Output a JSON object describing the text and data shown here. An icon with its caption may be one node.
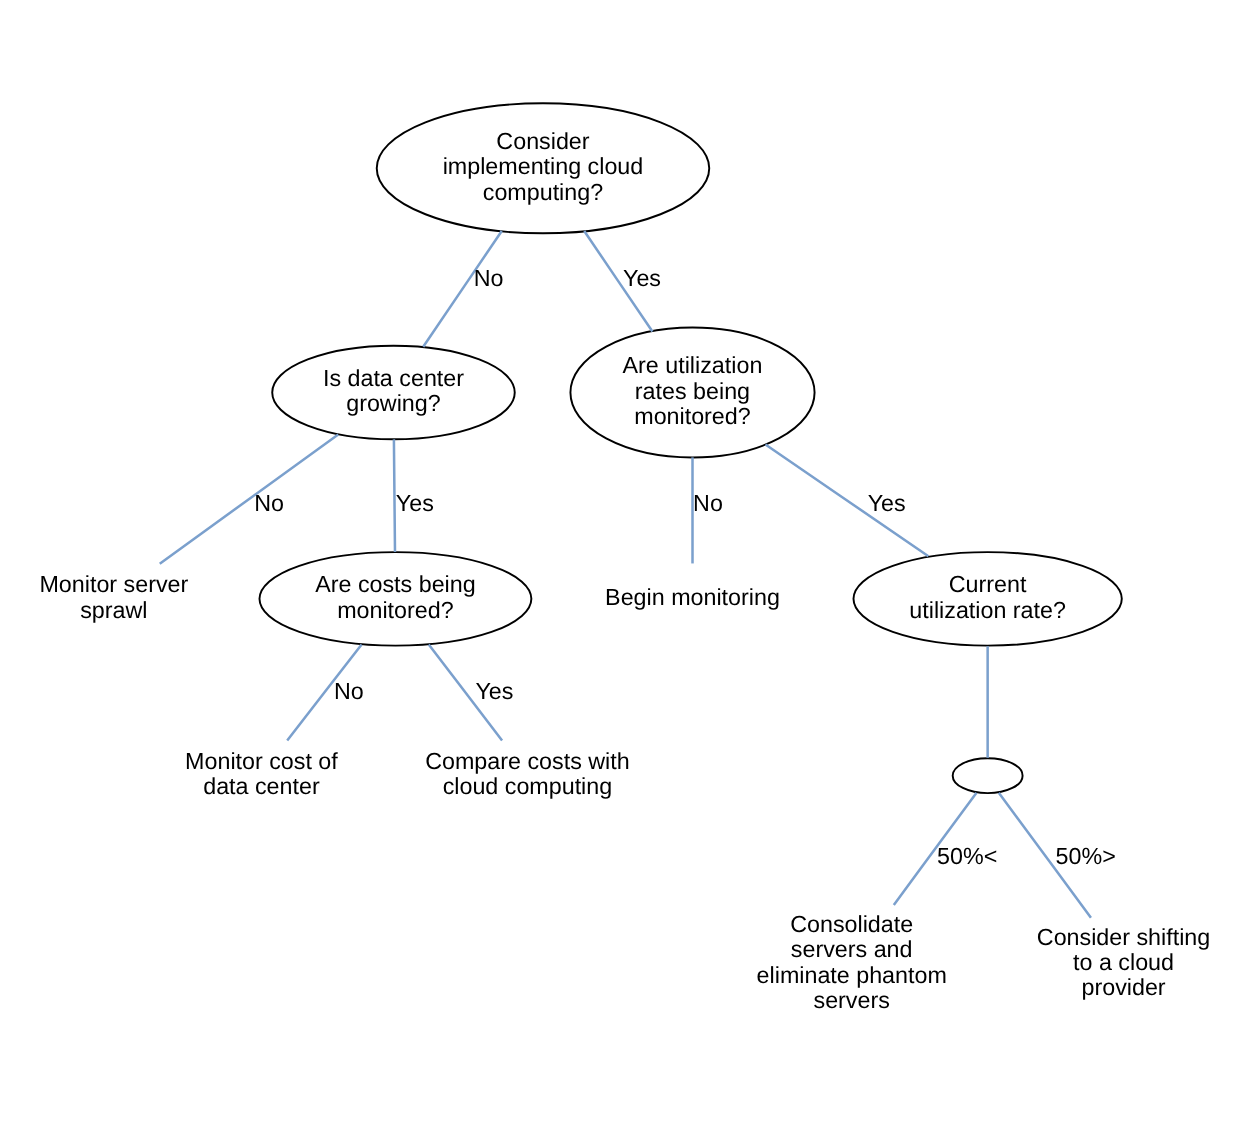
{
  "diagram": {
    "nodes": [
      {
        "text": [
          "Consider implementing cloud computing?"
        ]
      },
      {
        "text": [
          "Is data center growing?"
        ]
      },
      {
        "text": [
          "Are utilization rates being monitored?"
        ]
      },
      {
        "text": [
          "Monitor server sprawl"
        ]
      },
      {
        "text": [
          "Are costs being monitored?"
        ]
      },
      {
        "text": [
          "Monitor cost of data center"
        ]
      },
      {
        "text": [
          "Compare costs with cloud computing"
        ]
      },
      {
        "text": [
          "Begin monitoring"
        ]
      },
      {
        "text": [
          "Current utilization rate?"
        ]
      },
      {
        "text": [],
        "shape": "ellipse"
      },
      {
        "text": [
          "Consolidate servers and eliminate phantom servers"
        ]
      },
      {
        "text": [
          "Consider shifting to a cloud provider"
        ]
      }
    ],
    "edges": [
      {
        "from": 0,
        "to": 1,
        "arrow": "none",
        "label": "No"
      },
      {
        "from": 0,
        "to": 2,
        "arrow": "none",
        "label": "Yes"
      },
      {
        "from": 1,
        "to": 3,
        "arrow": "none",
        "label": "No"
      },
      {
        "from": 1,
        "to": 4,
        "arrow": "none",
        "label": "Yes"
      },
      {
        "from": 4,
        "to": 5,
        "arrow": "none",
        "label": "No"
      },
      {
        "from": 4,
        "to": 6,
        "arrow": "none",
        "label": "Yes"
      },
      {
        "from": 2,
        "to": 7,
        "arrow": "none",
        "label": "No"
      },
      {
        "from": 2,
        "to": 8,
        "arrow": "none",
        "label": "Yes"
      },
      {
        "from": 8,
        "to": 9,
        "arrow": "none"
      },
      {
        "from": 9,
        "to": 10,
        "arrow": "none",
        "label": "50%<"
      },
      {
        "from": 9,
        "to": 11,
        "arrow": "none",
        "label": "50%>"
      }
    ]
  }
}
